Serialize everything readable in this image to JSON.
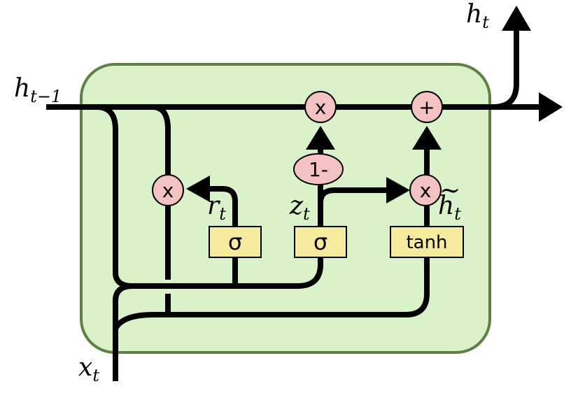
{
  "colors": {
    "cell_fill": "#d9f2c9",
    "cell_border": "#5f7f45",
    "op_fill": "#f5c2c2",
    "layer_fill": "#f6ea9c",
    "wire": "#000000"
  },
  "operations": {
    "multiply_hidden": "x",
    "add_hidden": "+",
    "one_minus": "1-",
    "multiply_reset": "x",
    "multiply_candidate": "x"
  },
  "layers": {
    "reset_sigma": "σ",
    "update_sigma": "σ",
    "candidate_tanh": "tanh"
  },
  "labels": {
    "h_prev_base": "h",
    "h_prev_sub": "t−1",
    "h_out_base": "h",
    "h_out_sub": "t",
    "x_base": "x",
    "x_sub": "t",
    "r_base": "r",
    "r_sub": "t",
    "z_base": "z",
    "z_sub": "t",
    "htilde_base": "h",
    "htilde_tilde": "~",
    "htilde_sub": "t"
  }
}
